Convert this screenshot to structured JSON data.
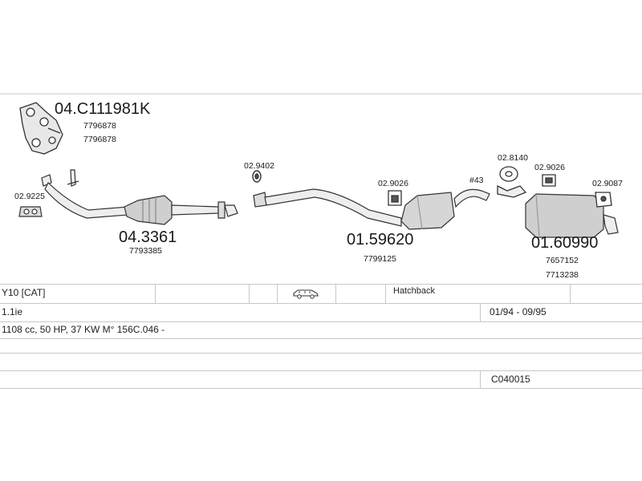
{
  "diagram": {
    "parts": {
      "manifold": {
        "code": "04.C111981K",
        "refs": [
          "7796878",
          "7796878"
        ]
      },
      "gasket_front": {
        "code": "02.9225"
      },
      "catalyst": {
        "code": "04.3361",
        "ref": "7793385"
      },
      "gasket_mid": {
        "code": "02.9402"
      },
      "middle_silencer": {
        "code": "01.59620",
        "ref": "7799125"
      },
      "rubber_mid": {
        "code": "02.9026"
      },
      "clamp": {
        "code": "#43"
      },
      "ring_rear": {
        "code": "02.8140"
      },
      "rubber_rear": {
        "code": "02.9026"
      },
      "tail_bracket": {
        "code": "02.9087"
      },
      "rear_silencer": {
        "code": "01.60990",
        "refs": [
          "7657152",
          "7713238"
        ]
      }
    }
  },
  "vehicle": {
    "model": "Y10  [CAT]",
    "body": "Hatchback",
    "engine": "1.1ie",
    "years": "01/94 - 09/95",
    "spec": "1108 cc, 50 HP, 37 KW  M° 156C.046 -",
    "code": "C040015"
  }
}
